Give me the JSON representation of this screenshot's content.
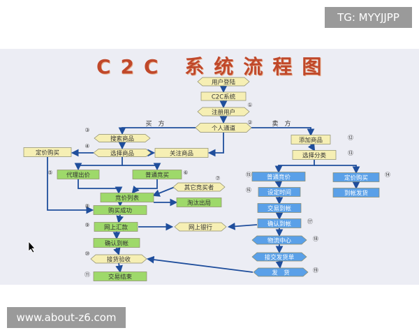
{
  "watermark_top": "TG: MYYJJPP",
  "watermark_bottom": "www.about-z6.com",
  "title": "C2C 系统流程图",
  "nodes": {
    "login": "用户登陆",
    "c2c": "C2C系统",
    "register": "注册用户",
    "personal": "个人通道",
    "search": "搜索商品",
    "choose": "选择商品",
    "fixed_buy_left": "定价购买",
    "follow": "关注商品",
    "proxy_bid": "代理出价",
    "normal_bid": "普通竞买",
    "other_bidders": "其它竞买者",
    "bid_list": "竞价列表",
    "eliminated": "淘汰出局",
    "buy_success": "购买成功",
    "online_remit": "网上汇款",
    "online_bank": "网上银行",
    "confirm_pay": "确认到帐",
    "receive_goods": "接货验收",
    "deal_end": "交易结束",
    "add_goods": "添加商品",
    "choose_category": "选择分类",
    "normal_auction": "普通竞价",
    "fixed_buy_right": "定价购买",
    "set_time": "设定时间",
    "deal_done": "交易到帐",
    "ship_right": "到帐发货",
    "confirm_arrival": "确认到帐",
    "logistics": "物流中心",
    "deliver_goods": "接交发货单",
    "ship": "发　货"
  },
  "labels": {
    "buyer": "买　方",
    "seller": "卖　方"
  },
  "step_marks": [
    "①",
    "②",
    "③",
    "④",
    "⑤",
    "⑥",
    "⑦",
    "⑧",
    "⑨",
    "⑩",
    "⑪",
    "⑫",
    "⑬",
    "⑭",
    "⑮",
    "⑯",
    "⑰",
    "⑱",
    "⑲"
  ],
  "colors": {
    "title": "#c0482a",
    "yellow_box": "#f6efb4",
    "green_box": "#9ed96a",
    "blue_box": "#5aa0e8",
    "arrow": "#1f4e9c",
    "panel": "#ecedf4"
  }
}
